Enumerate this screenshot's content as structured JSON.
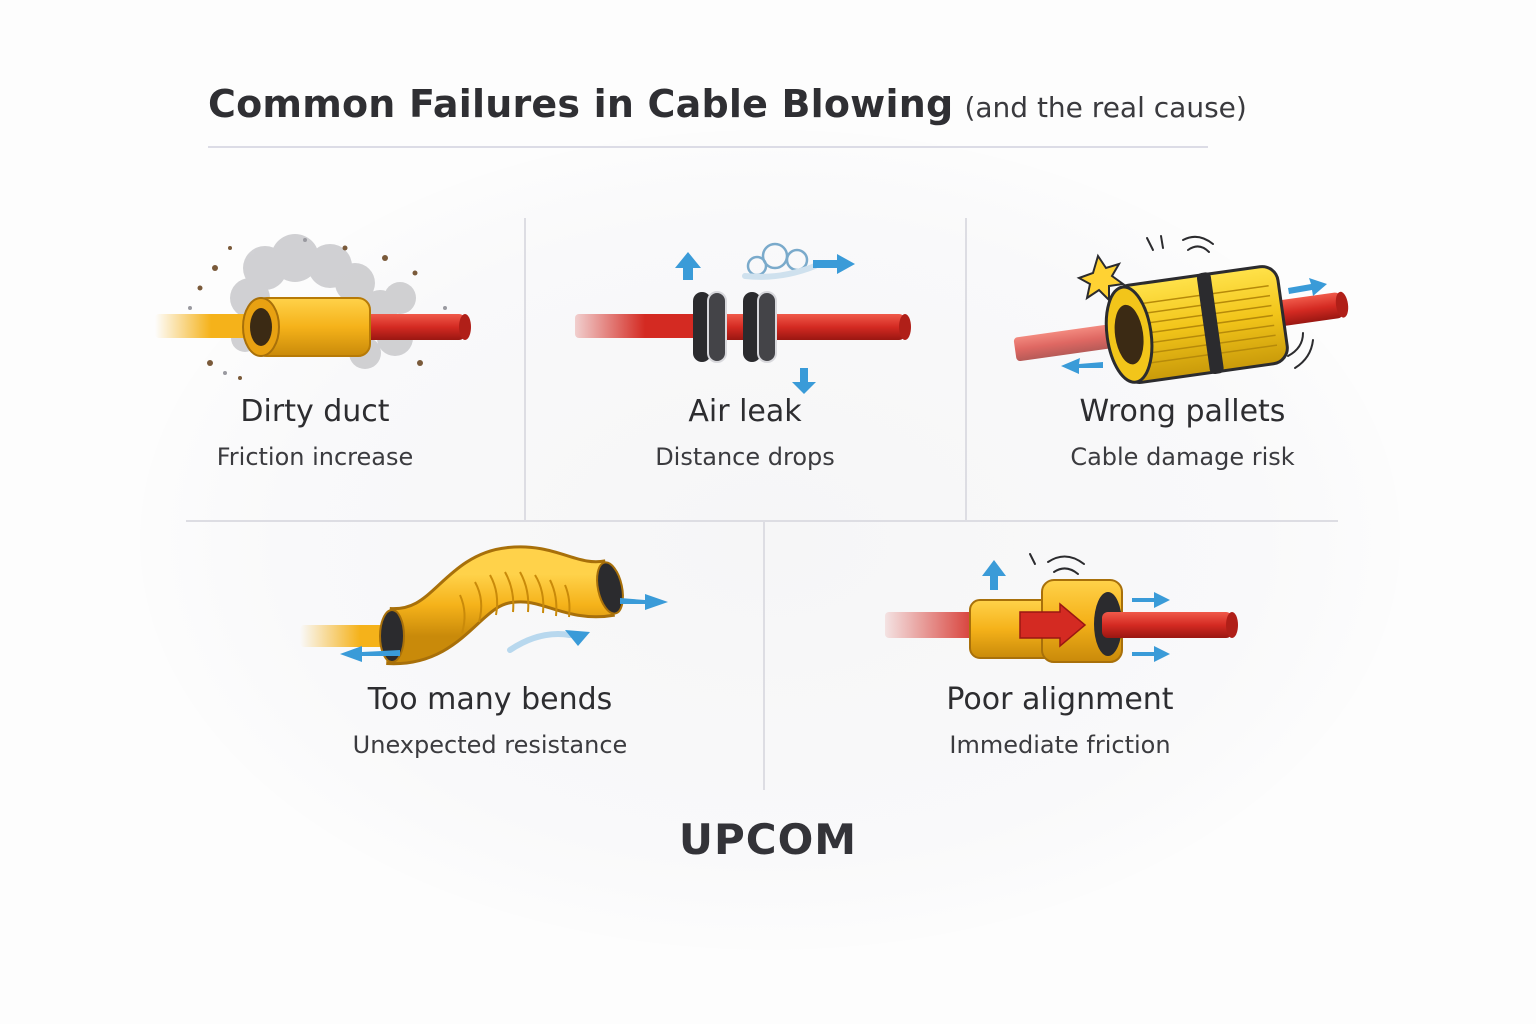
{
  "header": {
    "title": "Common Failures in Cable Blowing",
    "subtitle": "(and the real cause)"
  },
  "failures": [
    {
      "title": "Dirty duct",
      "description": "Friction increase",
      "icon": "dirty-duct-icon"
    },
    {
      "title": "Air leak",
      "description": "Distance drops",
      "icon": "air-leak-icon"
    },
    {
      "title": "Wrong pallets",
      "description": "Cable damage risk",
      "icon": "wrong-pallets-icon"
    },
    {
      "title": "Too many bends",
      "description": "Unexpected resistance",
      "icon": "too-many-bends-icon"
    },
    {
      "title": "Poor alignment",
      "description": "Immediate friction",
      "icon": "poor-alignment-icon"
    }
  ],
  "footer": {
    "brand": "UPCOM"
  },
  "colors": {
    "cable_red": "#d42a22",
    "duct_yellow": "#f5b21a",
    "arrow_blue": "#3a9bd8",
    "text_dark": "#2f2f33",
    "divider": "#dddde3"
  }
}
